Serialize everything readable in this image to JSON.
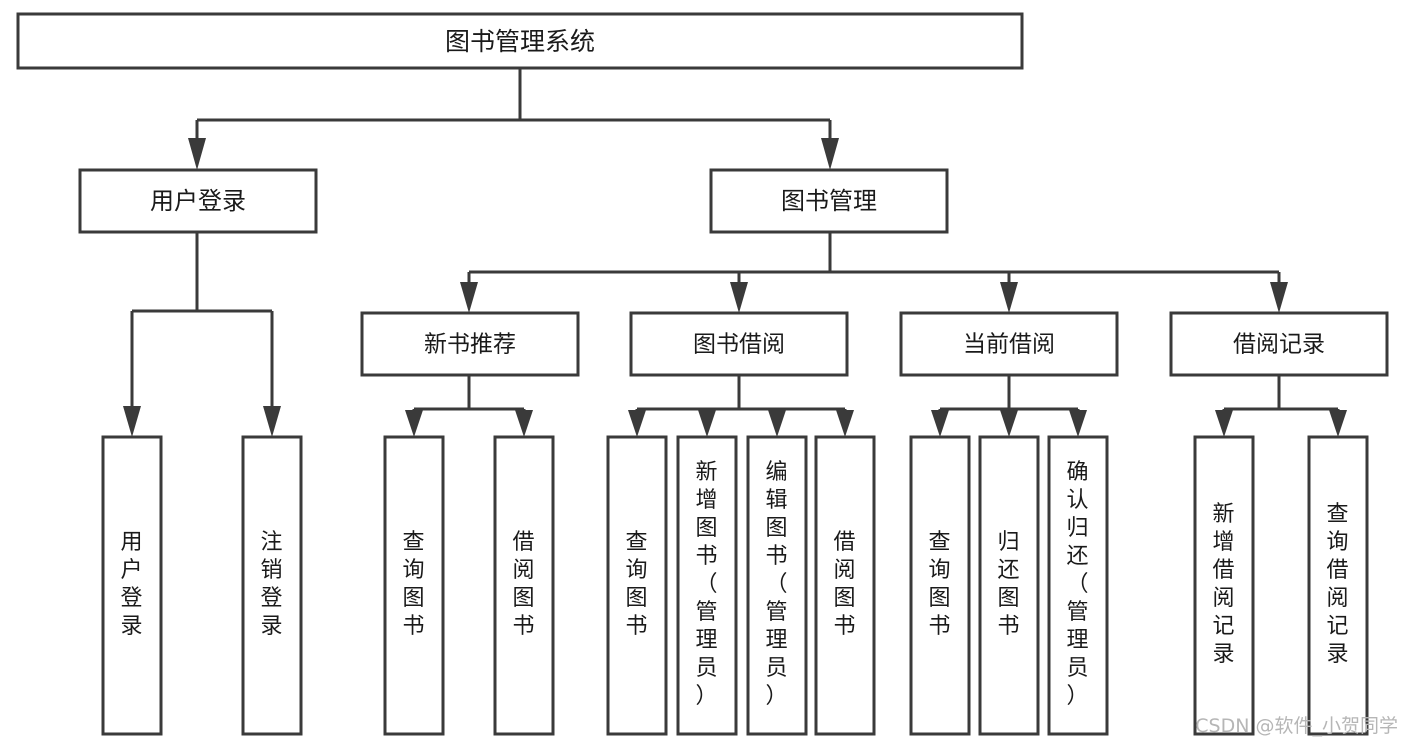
{
  "diagram": {
    "title": "图书管理系统",
    "type": "tree",
    "root": {
      "id": "root",
      "label": "图书管理系统",
      "level": 1,
      "orientation": "horizontal"
    },
    "level2": [
      {
        "id": "user-login",
        "label": "用户登录",
        "orientation": "horizontal"
      },
      {
        "id": "book-manage",
        "label": "图书管理",
        "orientation": "horizontal"
      }
    ],
    "level3": [
      {
        "id": "new-book-recommend",
        "label": "新书推荐",
        "parent": "book-manage",
        "orientation": "horizontal"
      },
      {
        "id": "book-borrow",
        "label": "图书借阅",
        "parent": "book-manage",
        "orientation": "horizontal"
      },
      {
        "id": "current-borrow",
        "label": "当前借阅",
        "parent": "book-manage",
        "orientation": "horizontal"
      },
      {
        "id": "borrow-record",
        "label": "借阅记录",
        "parent": "book-manage",
        "orientation": "horizontal"
      }
    ],
    "leaves": [
      {
        "id": "leaf-user-login",
        "label": "用户登录",
        "parent": "user-login",
        "orientation": "vertical"
      },
      {
        "id": "leaf-logout-login",
        "label": "注销登录",
        "parent": "user-login",
        "orientation": "vertical"
      },
      {
        "id": "leaf-query-book-1",
        "label": "查询图书",
        "parent": "new-book-recommend",
        "orientation": "vertical"
      },
      {
        "id": "leaf-borrow-book-1",
        "label": "借阅图书",
        "parent": "new-book-recommend",
        "orientation": "vertical"
      },
      {
        "id": "leaf-query-book-2",
        "label": "查询图书",
        "parent": "book-borrow",
        "orientation": "vertical"
      },
      {
        "id": "leaf-add-book",
        "label": "新增图书（管理员）",
        "parent": "book-borrow",
        "orientation": "vertical"
      },
      {
        "id": "leaf-edit-book",
        "label": "编辑图书（管理员）",
        "parent": "book-borrow",
        "orientation": "vertical"
      },
      {
        "id": "leaf-borrow-book-2",
        "label": "借阅图书",
        "parent": "book-borrow",
        "orientation": "vertical"
      },
      {
        "id": "leaf-query-book-3",
        "label": "查询图书",
        "parent": "current-borrow",
        "orientation": "vertical"
      },
      {
        "id": "leaf-return-book",
        "label": "归还图书",
        "parent": "current-borrow",
        "orientation": "vertical"
      },
      {
        "id": "leaf-confirm-return",
        "label": "确认归还（管理员）",
        "parent": "current-borrow",
        "orientation": "vertical"
      },
      {
        "id": "leaf-add-record",
        "label": "新增借阅记录",
        "parent": "borrow-record",
        "orientation": "vertical"
      },
      {
        "id": "leaf-query-record",
        "label": "查询借阅记录",
        "parent": "borrow-record",
        "orientation": "vertical"
      }
    ]
  },
  "watermark": {
    "text": "CSDN @软件_小贺同学"
  },
  "colors": {
    "stroke": "#3a3a3a",
    "fill": "#ffffff",
    "text": "#1a1a1a",
    "watermark": "#b6b6b6",
    "background": "#ffffff"
  }
}
